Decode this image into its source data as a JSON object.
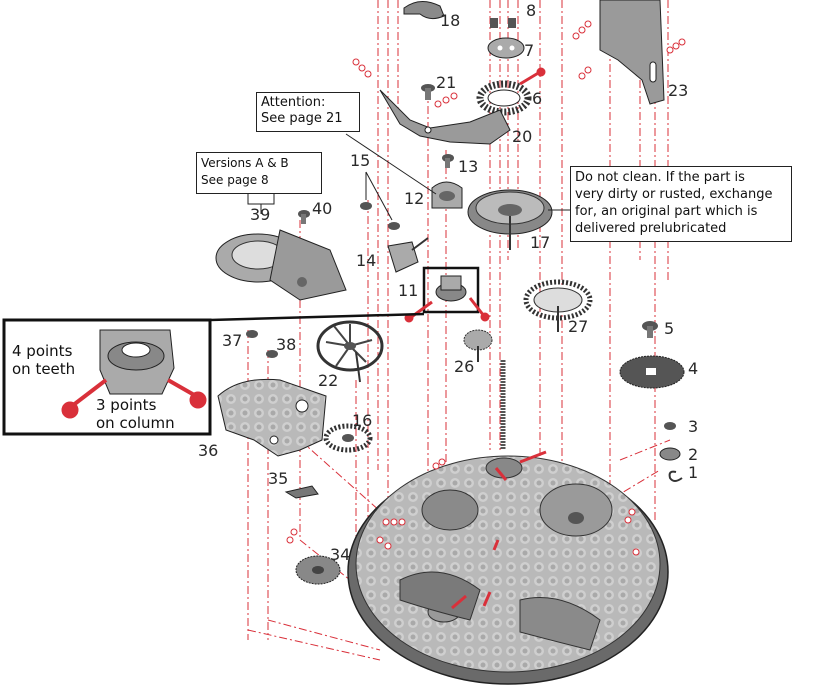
{
  "callouts": {
    "attention": [
      "Attention:",
      "See page 21"
    ],
    "versions": [
      "Versions A & B",
      "See page 8"
    ],
    "do_not_clean": [
      "Do not clean. If the part is",
      "very dirty or rusted, exchange",
      "for, an original part which is",
      "delivered prelubricated"
    ]
  },
  "inset": {
    "teeth_lines": [
      "4 points",
      "on teeth"
    ],
    "column_lines": [
      "3 points",
      "on column"
    ]
  },
  "parts": {
    "p1": "1",
    "p2": "2",
    "p3": "3",
    "p4": "4",
    "p5": "5",
    "p6": "6",
    "p7": "7",
    "p8": "8",
    "p11": "11",
    "p12": "12",
    "p13": "13",
    "p14": "14",
    "p15": "15",
    "p16": "16",
    "p17": "17",
    "p18": "18",
    "p20": "20",
    "p21": "21",
    "p22": "22",
    "p23": "23",
    "p26": "26",
    "p27": "27",
    "p34": "34",
    "p35": "35",
    "p36": "36",
    "p37": "37",
    "p38": "38",
    "p39": "39",
    "p40": "40"
  },
  "colors": {
    "guide_red": "#d9303a",
    "part_gray": "#8a8a8a",
    "part_dark": "#555555",
    "outline": "#222222"
  }
}
